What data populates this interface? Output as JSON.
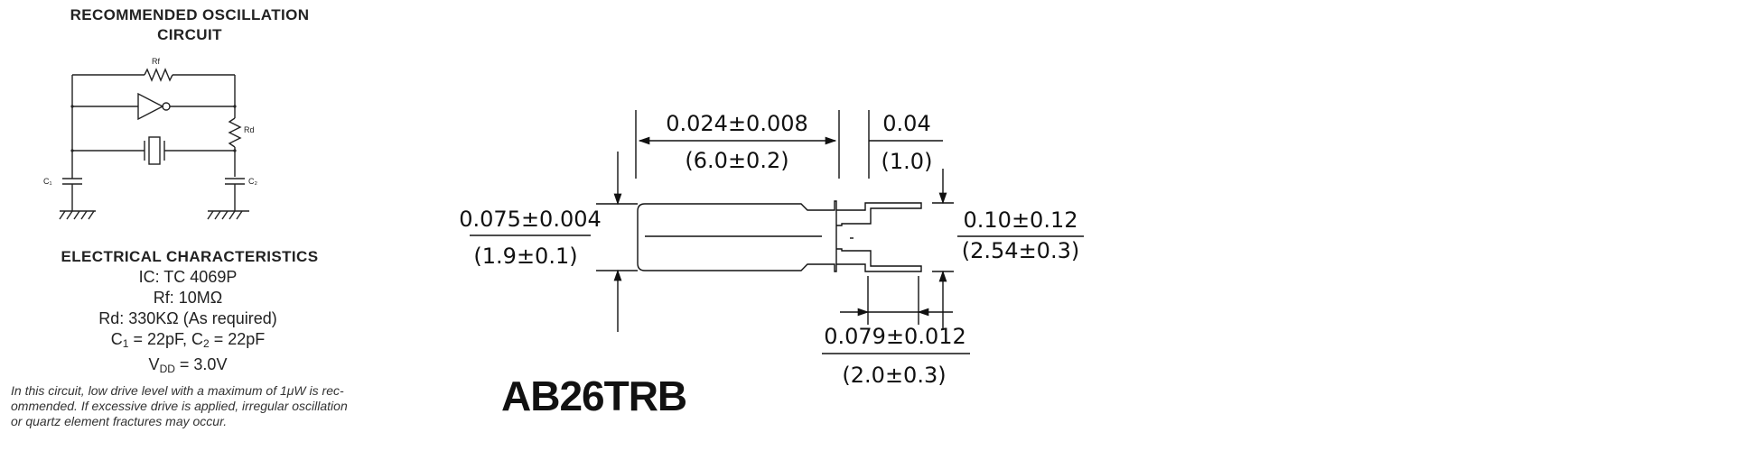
{
  "oscillation": {
    "heading_line1": "RECOMMENDED OSCILLATION",
    "heading_line2": "CIRCUIT",
    "labels": {
      "rf": "Rf",
      "rd": "Rd",
      "c1": "C₁",
      "c2": "C₂"
    }
  },
  "electrical": {
    "heading": "ELECTRICAL CHARACTERISTICS",
    "ic": "IC: TC 4069P",
    "rf": "Rf: 10MΩ",
    "rd": "Rd: 330KΩ (As required)",
    "caps_c1_prefix": "C",
    "caps_c1_sub": "1",
    "caps_c1_value": " = 22pF, C",
    "caps_c2_sub": "2",
    "caps_c2_value": " = 22pF",
    "vdd_prefix": "V",
    "vdd_sub": "DD",
    "vdd_value": " = 3.0V"
  },
  "note": {
    "line1": "In this circuit, low drive level with a maximum of 1μW is rec-",
    "line2": "ommended. If excessive drive is applied, irregular oscillation",
    "line3": "or quartz element fractures may occur."
  },
  "part_number": "AB26TRB",
  "dimensions": {
    "length_in": "0.024±0.008",
    "length_mm": "(6.0±0.2)",
    "lead_in": "0.04",
    "lead_mm": "(1.0)",
    "diameter_in": "0.075±0.004",
    "diameter_mm": "(1.9±0.1)",
    "lead_length_in": "0.10±0.12",
    "lead_length_mm": "(2.54±0.3)",
    "pitch_in": "0.079±0.012",
    "pitch_mm": "(2.0±0.3)"
  }
}
